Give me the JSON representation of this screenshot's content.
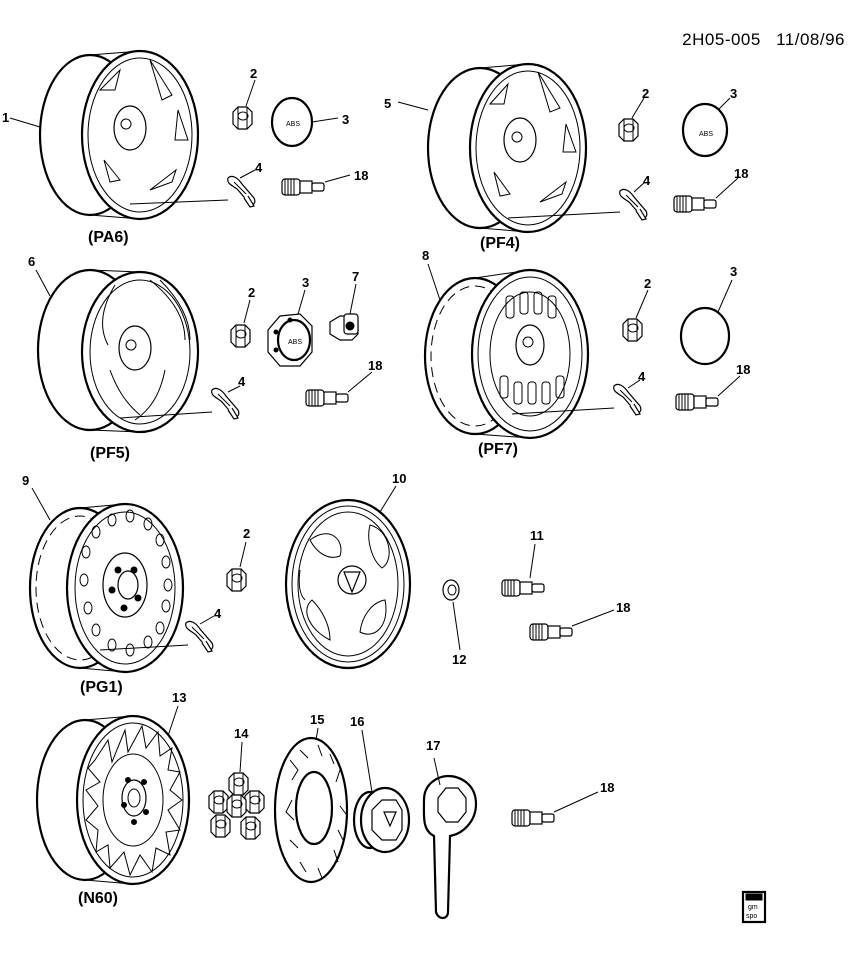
{
  "header": {
    "code": "2H05-005",
    "date": "11/08/96"
  },
  "captions": {
    "pa6": "(PA6)",
    "pf4": "(PF4)",
    "pf5": "(PF5)",
    "pf7": "(PF7)",
    "pg1": "(PG1)",
    "n60": "(N60)"
  },
  "callouts": {
    "c1": "1",
    "c2a": "2",
    "c3a": "3",
    "c4a": "4",
    "c18a": "18",
    "c5": "5",
    "c2b": "2",
    "c3b": "3",
    "c4b": "4",
    "c18b": "18",
    "c6": "6",
    "c2c": "2",
    "c3c": "3",
    "c7": "7",
    "c4c": "4",
    "c18c": "18",
    "c8": "8",
    "c2d": "2",
    "c3d": "3",
    "c4d": "4",
    "c18d": "18",
    "c9": "9",
    "c2e": "2",
    "c4e": "4",
    "c10": "10",
    "c11": "11",
    "c12": "12",
    "c18e": "18",
    "c13": "13",
    "c14": "14",
    "c15": "15",
    "c16": "16",
    "c17": "17",
    "c18f": "18"
  },
  "cap_text": "ABS",
  "logo": {
    "line1": "gm",
    "line2": "spo"
  }
}
